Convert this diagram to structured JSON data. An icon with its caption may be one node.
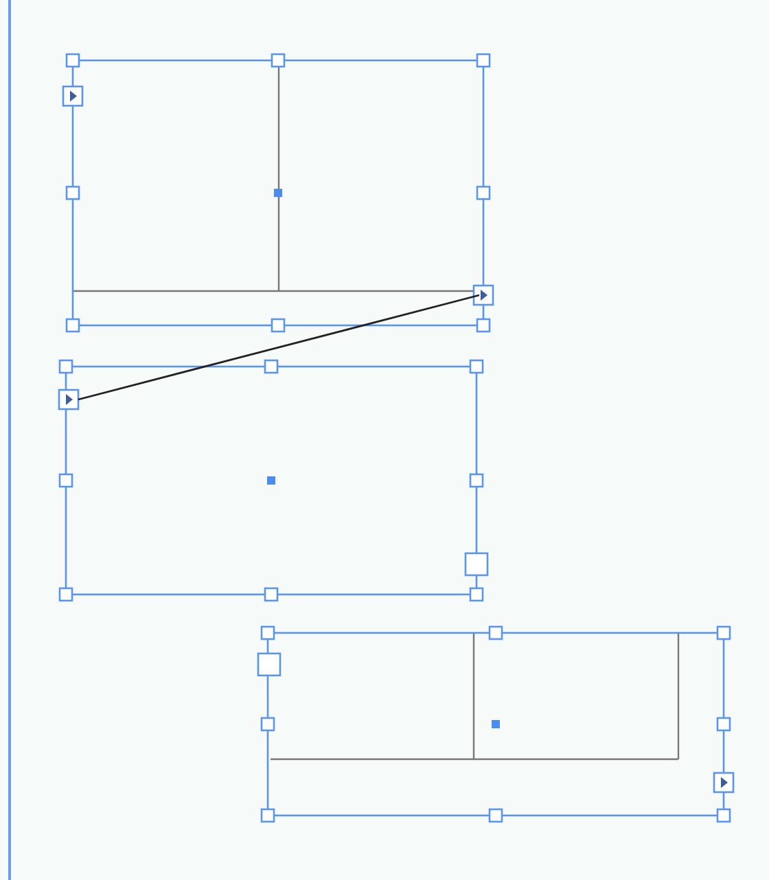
{
  "diagram": {
    "nodes": [
      {
        "text": [],
        "shape": "box"
      },
      {
        "text": [],
        "shape": "box"
      },
      {
        "text": [],
        "shape": "box"
      }
    ],
    "edges": [
      {
        "from": 0,
        "to": 1,
        "arrow": "none"
      }
    ]
  }
}
